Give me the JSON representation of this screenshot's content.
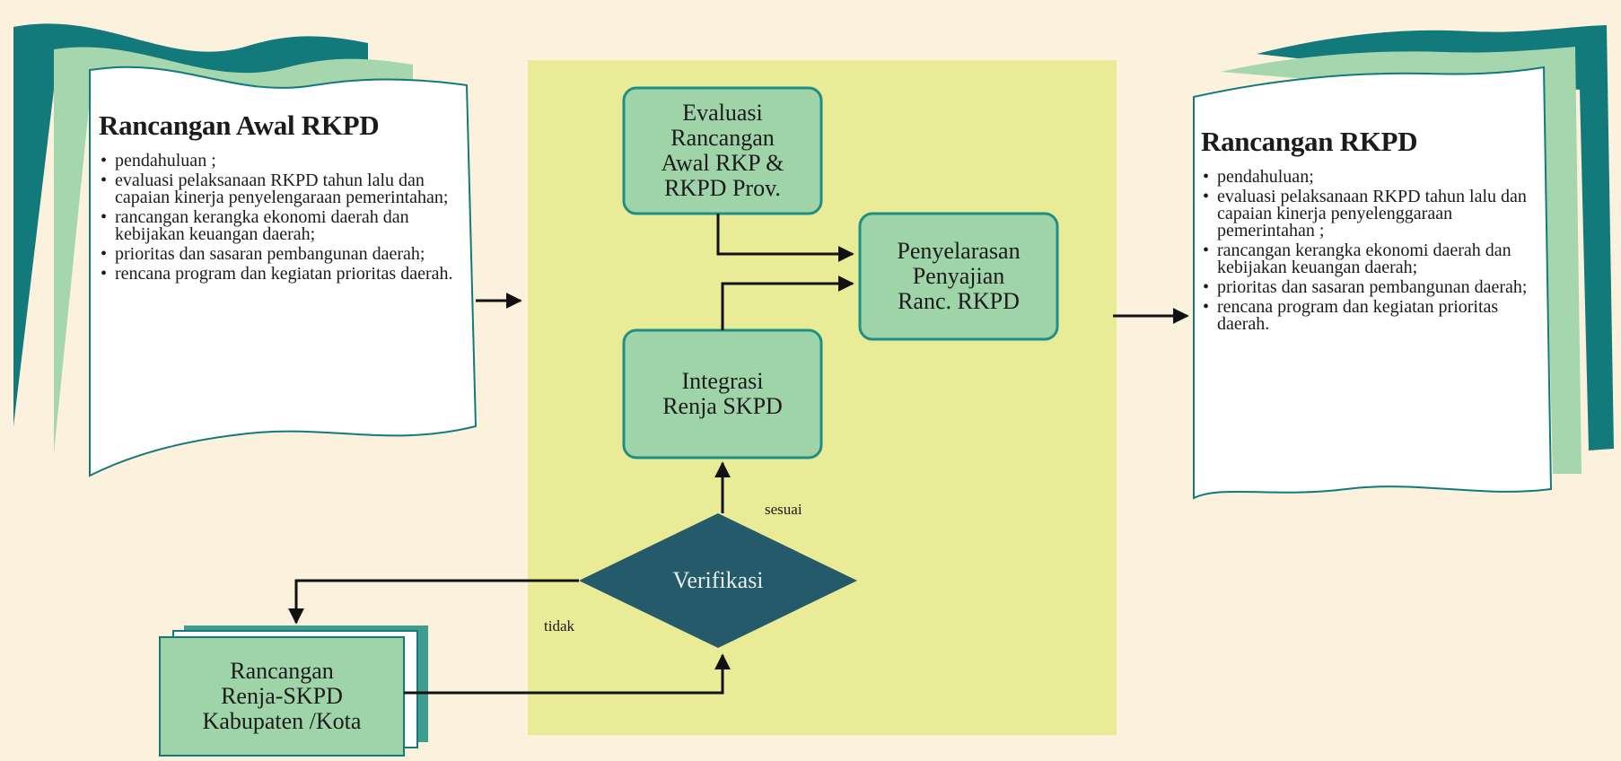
{
  "left_doc": {
    "title": "Rancangan Awal RKPD",
    "items": [
      "pendahuluan ;",
      "evaluasi pelaksanaan RKPD tahun lalu dan capaian kinerja penyelengaraan pemerintahan;",
      "rancangan kerangka ekonomi daerah dan kebijakan keuangan daerah;",
      "prioritas dan sasaran pembangunan daerah;",
      "rencana program dan kegiatan prioritas daerah."
    ]
  },
  "right_doc": {
    "title": "Rancangan RKPD",
    "items": [
      "pendahuluan;",
      "evaluasi pelaksanaan RKPD tahun lalu dan capaian kinerja penyelenggaraan pemerintahan ;",
      "rancangan kerangka ekonomi daerah dan kebijakan keuangan daerah;",
      "prioritas dan sasaran pembangunan daerah;",
      "rencana program dan kegiatan prioritas daerah."
    ]
  },
  "nodes": {
    "evaluasi": "Evaluasi\nRancangan\nAwal RKP &\nRKPD Prov.",
    "penyelarasan": "Penyelarasan\nPenyajian\nRanc. RKPD",
    "integrasi": "Integrasi\nRenja SKPD",
    "verifikasi": "Verifikasi",
    "renja": "Rancangan\nRenja-SKPD\nKabupaten /Kota"
  },
  "edge_labels": {
    "yes": "sesuai",
    "no": "tidak"
  },
  "colors": {
    "background": "#fbf1dc",
    "panel": "#eaeb96",
    "box_fill": "#9fd3a8",
    "box_stroke": "#1f8f86",
    "diamond": "#245a6a",
    "teal_dark": "#137a7c",
    "teal_mid": "#3d9d8e",
    "sheet_green": "#a6d6ad",
    "sheet_white": "#ffffff",
    "arrow": "#111111"
  }
}
